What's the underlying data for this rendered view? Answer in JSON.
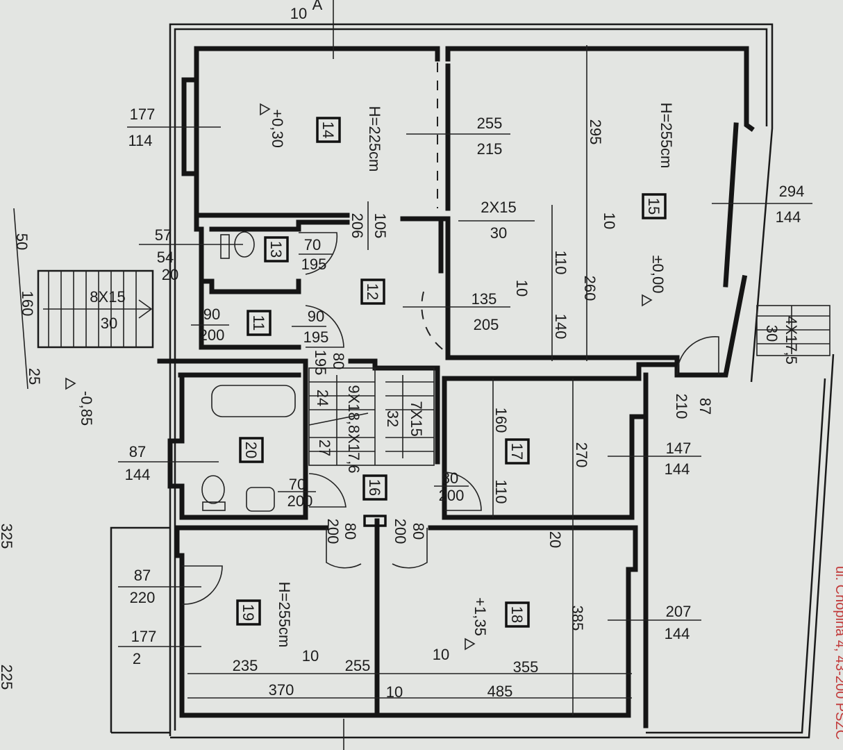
{
  "section_marker": {
    "label_top": "A",
    "dim_top": "10"
  },
  "rooms": {
    "r11": "11",
    "r12": "12",
    "r13": "13",
    "r14": "14",
    "r15": "15",
    "r16": "16",
    "r17": "17",
    "r18": "18",
    "r19": "19",
    "r20": "20"
  },
  "heights": {
    "room14": "H=225cm",
    "room15": "H=255cm",
    "room19": "H=255cm"
  },
  "levels": {
    "room14": "+0,30",
    "room15": "±0,00",
    "room18": "+1,35",
    "outside": "-0,85"
  },
  "openings": {
    "w14_top": "177",
    "w14_bot": "114",
    "o12_top": "255",
    "o12_bot": "215",
    "d12_top": "105",
    "d12_bot": "206",
    "p_top": "2X15",
    "p_bot": "30",
    "w15_top": "294",
    "w15_bot": "144",
    "d15_top": "135",
    "d15_bot": "205",
    "w13_top": "57",
    "w13_bot": "54",
    "d13_top": "70",
    "d13_bot": "195",
    "d11_top": "90",
    "d11_bot": "200",
    "d11b_top": "90",
    "d11b_bot": "195",
    "w20_top": "87",
    "w20_bot": "144",
    "d20_top": "70",
    "d20_bot": "200",
    "d17_top": "80",
    "d17_bot": "200",
    "w17_top": "147",
    "w17_bot": "144",
    "dext_top": "87",
    "dext_bot": "210",
    "d19_top": "87",
    "d19_bot": "220",
    "w19_top": "177",
    "w19_bot": "2",
    "w18_top": "207",
    "w18_bot": "144",
    "d19b_h": "200",
    "d19b_w": "80",
    "d18_h": "200",
    "d18_w": "80",
    "dstair_h": "195",
    "dstair_w": "80"
  },
  "stairs": {
    "entry": "8X15",
    "entry_depth": "30",
    "main": "9X18,8X17,6",
    "tread1": "24",
    "tread2": "27",
    "lower": "7X15",
    "lower_depth": "32",
    "ext": "4X17,5",
    "ext_depth": "30"
  },
  "dimensions": {
    "d20_small": "20",
    "d295": "295",
    "d10a": "10",
    "d110": "110",
    "d260": "260",
    "d10b": "10",
    "d140": "140",
    "d160": "160",
    "d110b": "110",
    "d270": "270",
    "d20_wall": "20",
    "d385": "385",
    "b235": "235",
    "b10a": "10",
    "b255": "255",
    "b10b": "10",
    "b355": "355",
    "b370": "370",
    "b10c": "10",
    "b485": "485",
    "left50": "50",
    "left160": "160",
    "left25": "25",
    "left325": "325",
    "left225": "225"
  },
  "stamp": "ul. Chopina 4, 43-200 PSZC"
}
